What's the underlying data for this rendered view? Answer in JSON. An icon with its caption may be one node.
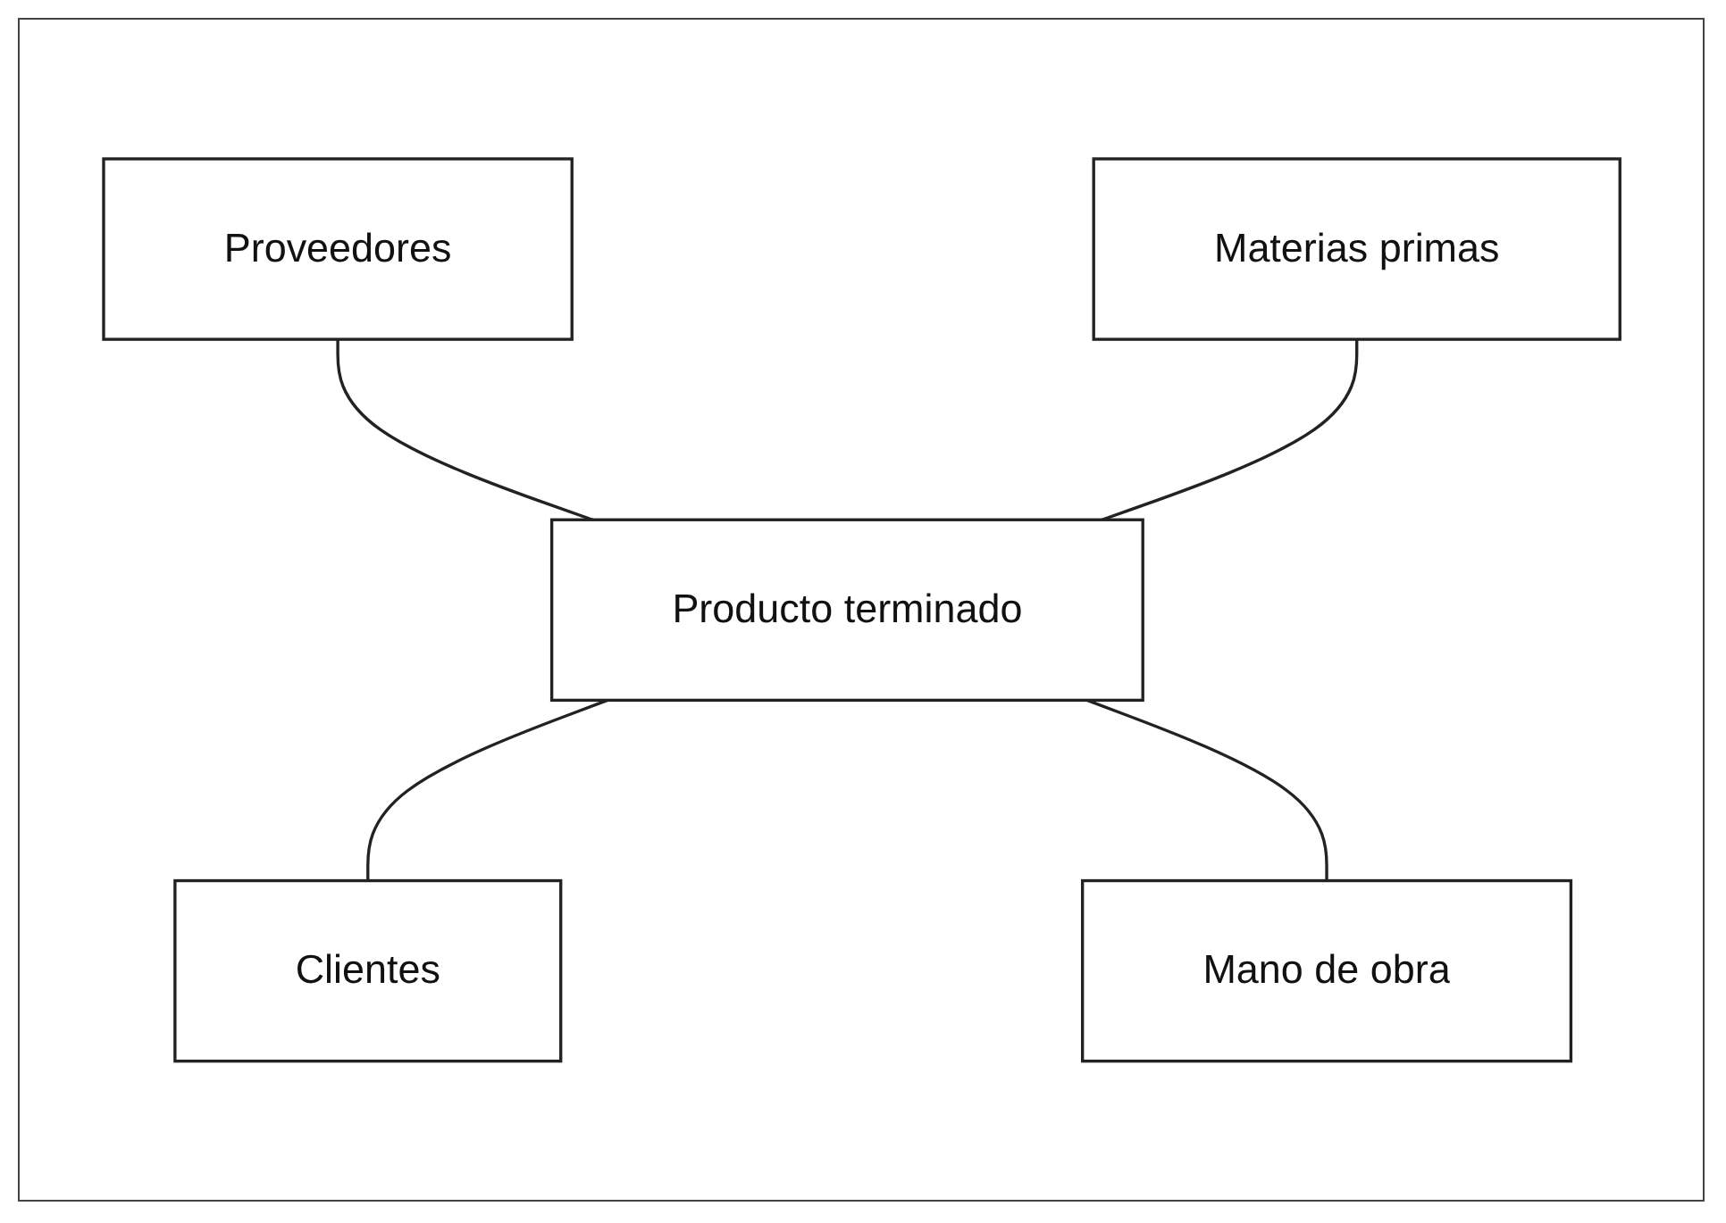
{
  "diagram": {
    "nodes": [
      {
        "text": [
          "Proveedores"
        ]
      },
      {
        "text": [
          "Materias primas"
        ]
      },
      {
        "text": [
          "Producto terminado"
        ]
      },
      {
        "text": [
          "Clientes"
        ]
      },
      {
        "text": [
          "Mano de obra"
        ]
      }
    ],
    "edges": [
      {
        "from": 0,
        "to": 2,
        "arrow": "none"
      },
      {
        "from": 1,
        "to": 2,
        "arrow": "none"
      },
      {
        "from": 2,
        "to": 3,
        "arrow": "none"
      },
      {
        "from": 2,
        "to": 4,
        "arrow": "none"
      }
    ]
  }
}
